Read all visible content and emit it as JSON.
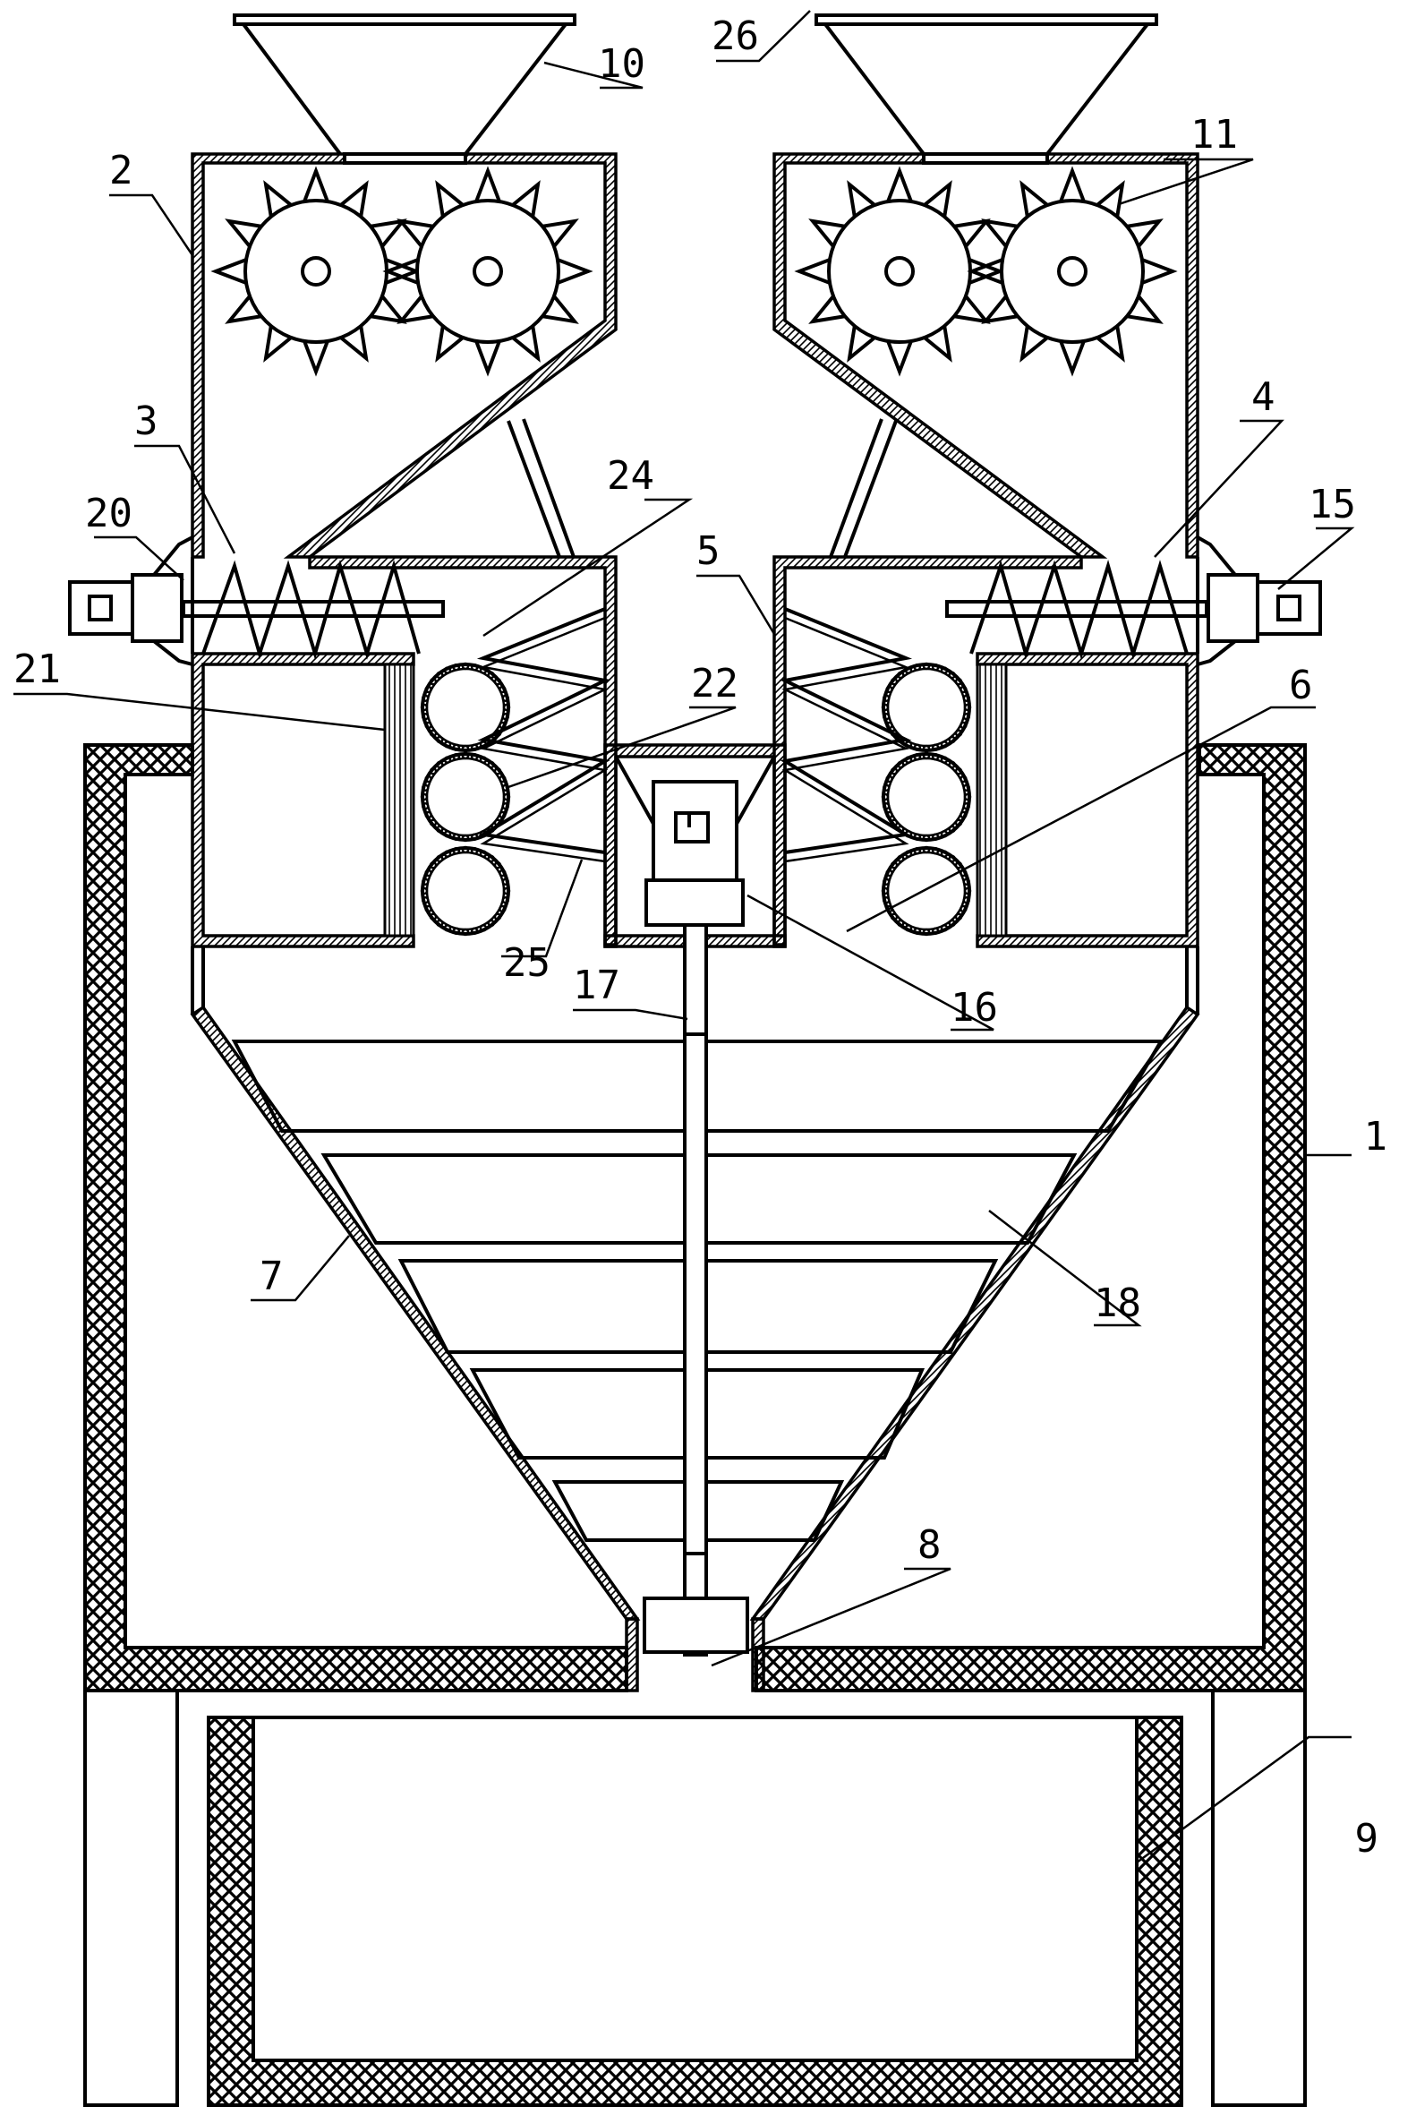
{
  "figure": {
    "labels": [
      {
        "id": "1",
        "text": "1"
      },
      {
        "id": "2",
        "text": "2"
      },
      {
        "id": "3",
        "text": "3"
      },
      {
        "id": "4",
        "text": "4"
      },
      {
        "id": "5",
        "text": "5"
      },
      {
        "id": "6",
        "text": "6"
      },
      {
        "id": "7",
        "text": "7"
      },
      {
        "id": "8",
        "text": "8"
      },
      {
        "id": "9",
        "text": "9"
      },
      {
        "id": "10",
        "text": "10"
      },
      {
        "id": "11",
        "text": "11"
      },
      {
        "id": "15",
        "text": "15"
      },
      {
        "id": "16",
        "text": "16"
      },
      {
        "id": "17",
        "text": "17"
      },
      {
        "id": "18",
        "text": "18"
      },
      {
        "id": "20",
        "text": "20"
      },
      {
        "id": "21",
        "text": "21"
      },
      {
        "id": "22",
        "text": "22"
      },
      {
        "id": "24",
        "text": "24"
      },
      {
        "id": "25",
        "text": "25"
      },
      {
        "id": "26",
        "text": "26"
      }
    ]
  }
}
